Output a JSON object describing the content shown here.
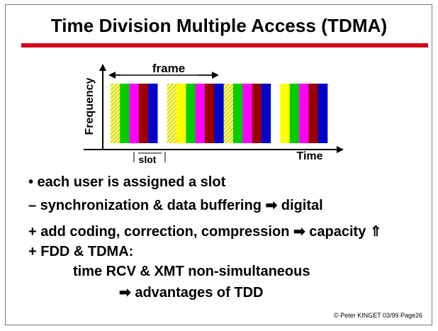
{
  "slide": {
    "title": "Time Division Multiple Access (TDMA)",
    "accent_color": "#d0021b",
    "copyright": "© Peter KINGET  03/99 Page26"
  },
  "diagram": {
    "y_axis_label": "Frequency",
    "x_axis_label": "Time",
    "frame_label": "frame",
    "slot_label": "slot",
    "slot_colors": [
      "hatch",
      "#00cc00",
      "#ff00ff",
      "#990000",
      "#0000cc",
      "#ffffff",
      "hatch",
      "#ffff00",
      "#00cc00",
      "#ff00ff",
      "#990000",
      "#0000cc",
      "hatch",
      "#00cc00",
      "#ff00ff",
      "#990000",
      "#0000cc",
      "#ffffff",
      "#ffff00",
      "#00cc00",
      "#ff00ff",
      "#990000",
      "#0000cc"
    ]
  },
  "bullets": [
    {
      "text": "•  each user is assigned a slot"
    },
    {
      "text": "–  synchronization & data buffering ➡ digital"
    },
    {
      "text": "+ add coding, correction, compression ➡ capacity ⇑"
    },
    {
      "text": "+ FDD & TDMA:"
    },
    {
      "text": "time RCV & XMT non-simultaneous"
    },
    {
      "text": "➡ advantages of TDD"
    }
  ]
}
